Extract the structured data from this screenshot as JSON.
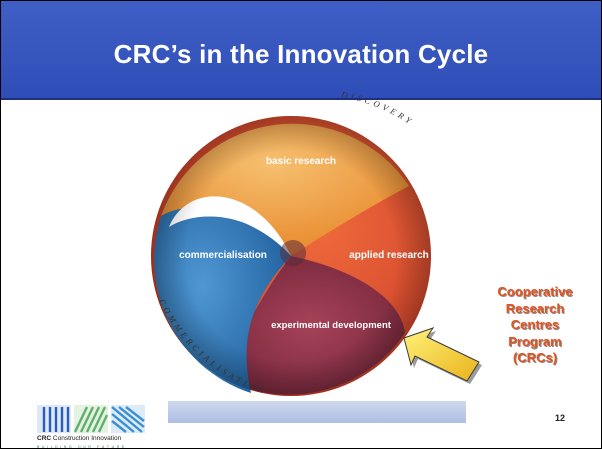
{
  "slide": {
    "title": "CRC’s in the Innovation Cycle",
    "page_number": "12"
  },
  "wheel": {
    "segments": {
      "basic_research": "basic research",
      "applied_research": "applied research",
      "commercialisation": "commercialisation",
      "experimental_development": "experimental development"
    },
    "outer_labels": {
      "discovery": "DISCOVERY",
      "commercialisation": "COMMERCIALISATION"
    },
    "colors": {
      "basic_research": "#f0a044",
      "applied_research": "#dd4a30",
      "commercialisation": "#2f7fc2",
      "experimental_development": "#8c3246"
    }
  },
  "callout": {
    "lines": [
      "Cooperative",
      "Research",
      "Centres",
      "Program",
      "(CRCs)"
    ],
    "color": "#e8501c"
  },
  "footer": {
    "logo_brand_bold": "CRC",
    "logo_brand_rest": "Construction Innovation",
    "logo_tagline": "BUILDING OUR FUTURE",
    "logo_colors": [
      "#2a5fb8",
      "#5fb06a",
      "#3b8fd0"
    ]
  }
}
